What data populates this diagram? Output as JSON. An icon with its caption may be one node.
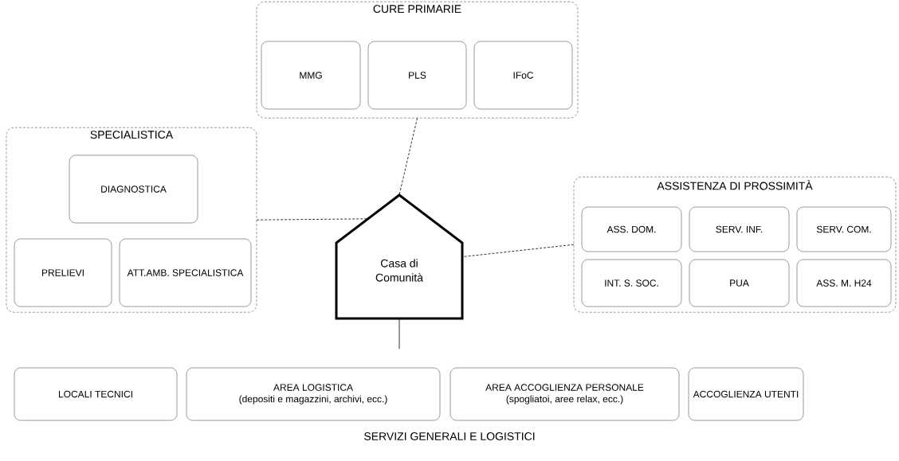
{
  "diagram": {
    "nodes": [
      {
        "text": [
          "CURE PRIMARIE"
        ]
      },
      {
        "text": [
          "MMG"
        ],
        "in": 0
      },
      {
        "text": [
          "PLS"
        ],
        "in": 0
      },
      {
        "text": [
          "IFoC"
        ],
        "in": 0
      },
      {
        "text": [
          "SPECIALISTICA"
        ]
      },
      {
        "text": [
          "DIAGNOSTICA"
        ],
        "in": 4
      },
      {
        "text": [
          "PRELIEVI"
        ],
        "in": 4
      },
      {
        "text": [
          "ATT.AMB. SPECIALISTICA"
        ],
        "in": 4
      },
      {
        "text": [
          "Casa di Comunità"
        ]
      },
      {
        "text": [
          "ASSISTENZA DI PROSSIMITÀ"
        ]
      },
      {
        "text": [
          "ASS. DOM."
        ],
        "in": 9
      },
      {
        "text": [
          "SERV. INF."
        ],
        "in": 9
      },
      {
        "text": [
          "SERV. COM."
        ],
        "in": 9
      },
      {
        "text": [
          "INT. S. SOC."
        ],
        "in": 9
      },
      {
        "text": [
          "PUA"
        ],
        "in": 9
      },
      {
        "text": [
          "ASS. M. H24"
        ],
        "in": 9
      },
      {
        "text": [
          "LOCALI TECNICI"
        ]
      },
      {
        "text": [
          "AREA LOGISTICA",
          "(depositi e magazzini, archivi, ecc.)"
        ]
      },
      {
        "text": [
          "AREA ACCOGLIENZA PERSONALE",
          "(spogliatoi, aree relax, ecc.)"
        ]
      },
      {
        "text": [
          "ACCOGLIENZA UTENTI"
        ]
      }
    ],
    "edges": [
      {
        "from": 0,
        "to": 8,
        "arrow": "none",
        "style": "dashed"
      },
      {
        "from": 4,
        "to": 8,
        "arrow": "none",
        "style": "dashed"
      },
      {
        "from": 9,
        "to": 8,
        "arrow": "none",
        "style": "dashed"
      },
      {
        "from": 8,
        "to": null,
        "arrow": "none"
      }
    ],
    "labels": [
      "SERVIZI GENERALI E LOGISTICI"
    ]
  }
}
